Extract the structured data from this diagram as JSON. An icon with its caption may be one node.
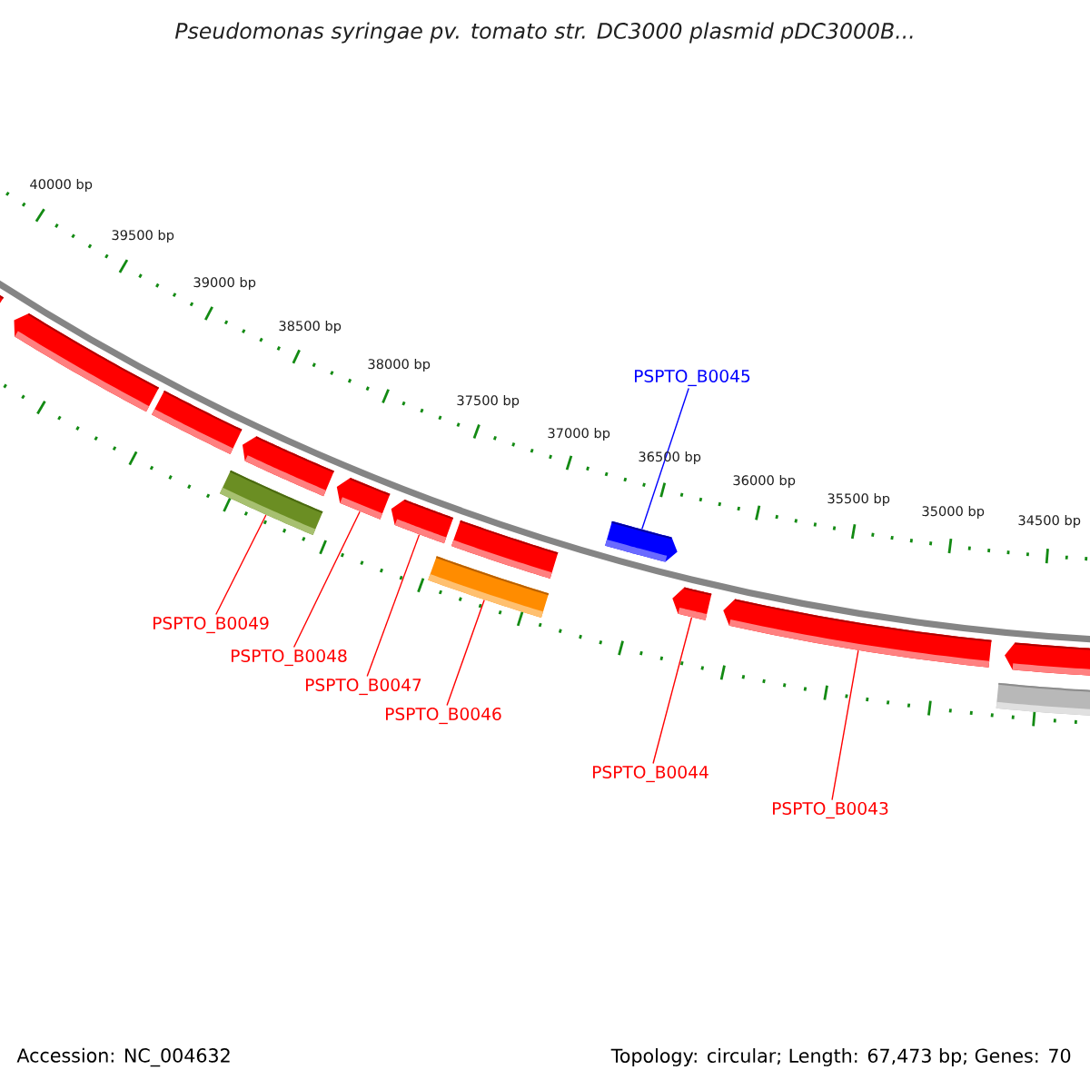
{
  "diagram": {
    "title": "Pseudomonas syringae pv. tomato str. DC3000 plasmid pDC3000B...",
    "nodes": [
      {
        "text": [],
        "shape": "bar"
      },
      {
        "text": [],
        "shape": "bar"
      },
      {
        "text": [],
        "shape": "bar"
      },
      {
        "text": [],
        "shape": "bar"
      },
      {
        "text": [],
        "shape": "bar"
      },
      {
        "text": [],
        "shape": "bar"
      },
      {
        "text": [],
        "shape": "bar"
      },
      {
        "text": [],
        "shape": "bar"
      },
      {
        "text": [],
        "shape": "bar"
      },
      {
        "text": [],
        "shape": "bar"
      },
      {
        "text": [],
        "shape": "bar"
      },
      {
        "text": [],
        "shape": "bar"
      },
      {
        "text": [],
        "shape": "bar"
      },
      {
        "text": [],
        "shape": "bar"
      },
      {
        "text": [
          "PSPTO_B0045"
        ]
      },
      {
        "text": [
          "PSPTO_B0049"
        ]
      },
      {
        "text": [
          "PSPTO_B0048"
        ]
      },
      {
        "text": [
          "PSPTO_B0047"
        ]
      },
      {
        "text": [
          "PSPTO_B0046"
        ]
      },
      {
        "text": [
          "PSPTO_B0044"
        ]
      },
      {
        "text": [
          "PSPTO_B0043"
        ]
      }
    ],
    "edges": [
      {
        "from": 14,
        "to": 7,
        "arrow": "none",
        "color": "#0000ff"
      },
      {
        "from": 15,
        "to": 11,
        "arrow": "none"
      },
      {
        "from": 16,
        "to": 4,
        "arrow": "none"
      },
      {
        "from": 17,
        "to": 5,
        "arrow": "none"
      },
      {
        "from": 18,
        "to": 12,
        "arrow": "none"
      },
      {
        "from": 19,
        "to": 8,
        "arrow": "none"
      },
      {
        "from": 20,
        "to": 9,
        "arrow": "none"
      }
    ],
    "labels": [
      "40000 bp",
      "39500 bp",
      "39000 bp",
      "38500 bp",
      "38000 bp",
      "37500 bp",
      "37000 bp",
      "36500 bp",
      "36000 bp",
      "35500 bp",
      "35000 bp",
      "34500 bp",
      "Accession: NC_004632",
      "Topology: circular; Length: 67,473 bp; Genes: 70"
    ]
  }
}
